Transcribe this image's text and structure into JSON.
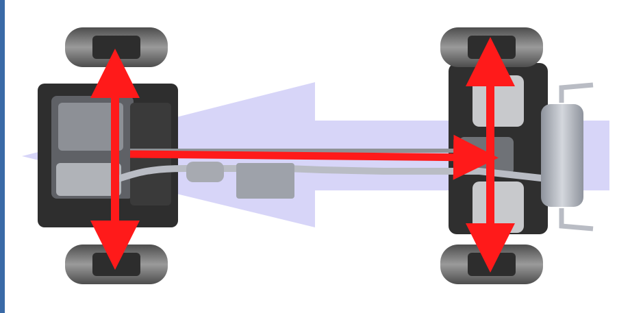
{
  "image": {
    "kind": "vehicle chassis cutaway illustration, top-down view",
    "colors": {
      "background": "#ffffff",
      "frame_edge": "#3a6aa7",
      "flow_arrow": "#c9c7f5",
      "dimension_arrow": "#ff1a1a",
      "tire": "#6b6b6b",
      "chassis": "#2e2e2e",
      "exhaust": "#b9bcc4"
    },
    "arrows": {
      "flow": {
        "direction": "left"
      },
      "wheelbase": {
        "direction": "both"
      },
      "front_track": {
        "direction": "both"
      },
      "rear_track": {
        "direction": "both"
      }
    }
  }
}
